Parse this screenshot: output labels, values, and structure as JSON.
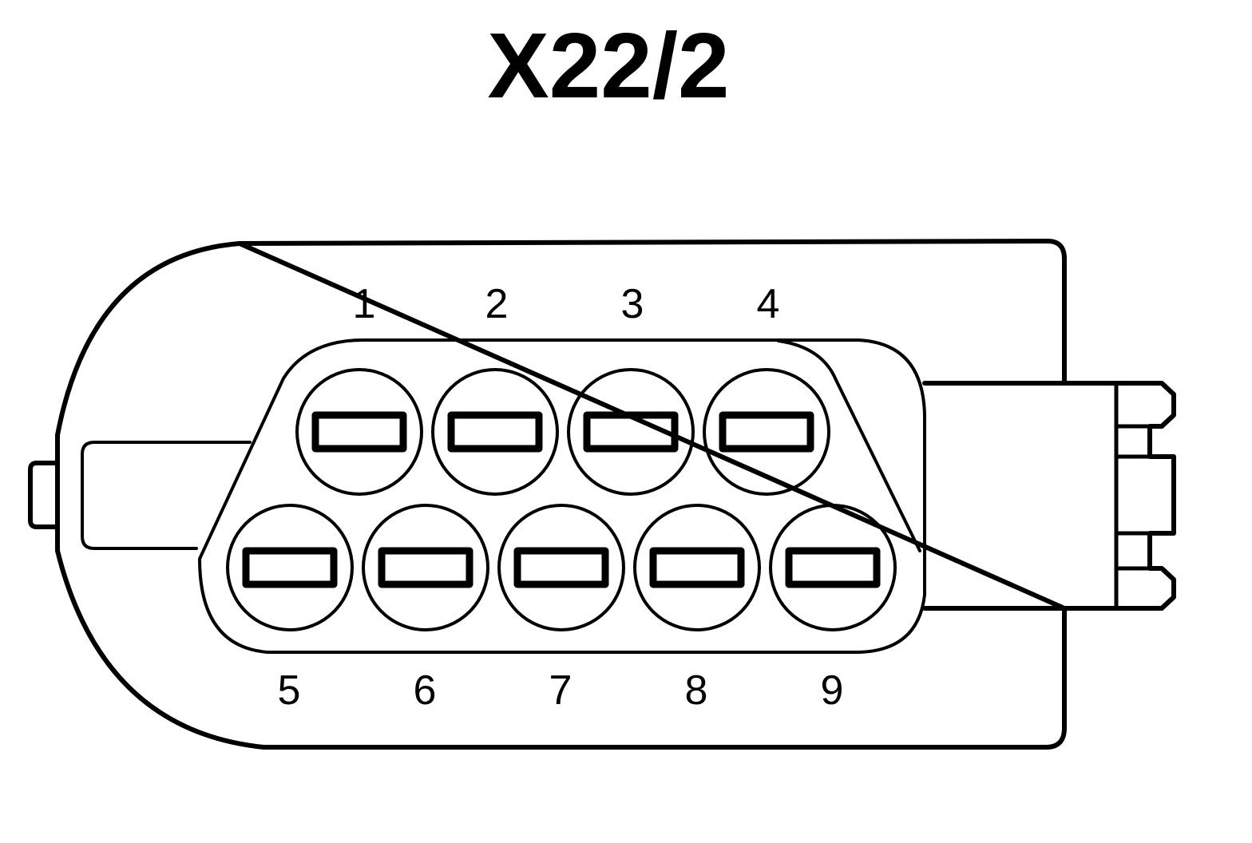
{
  "connector": {
    "title": "X22/2",
    "pins_top": [
      {
        "number": "1"
      },
      {
        "number": "2"
      },
      {
        "number": "3"
      },
      {
        "number": "4"
      }
    ],
    "pins_bottom": [
      {
        "number": "5"
      },
      {
        "number": "6"
      },
      {
        "number": "7"
      },
      {
        "number": "8"
      },
      {
        "number": "9"
      }
    ]
  },
  "colors": {
    "stroke": "#000000",
    "background": "#ffffff"
  }
}
